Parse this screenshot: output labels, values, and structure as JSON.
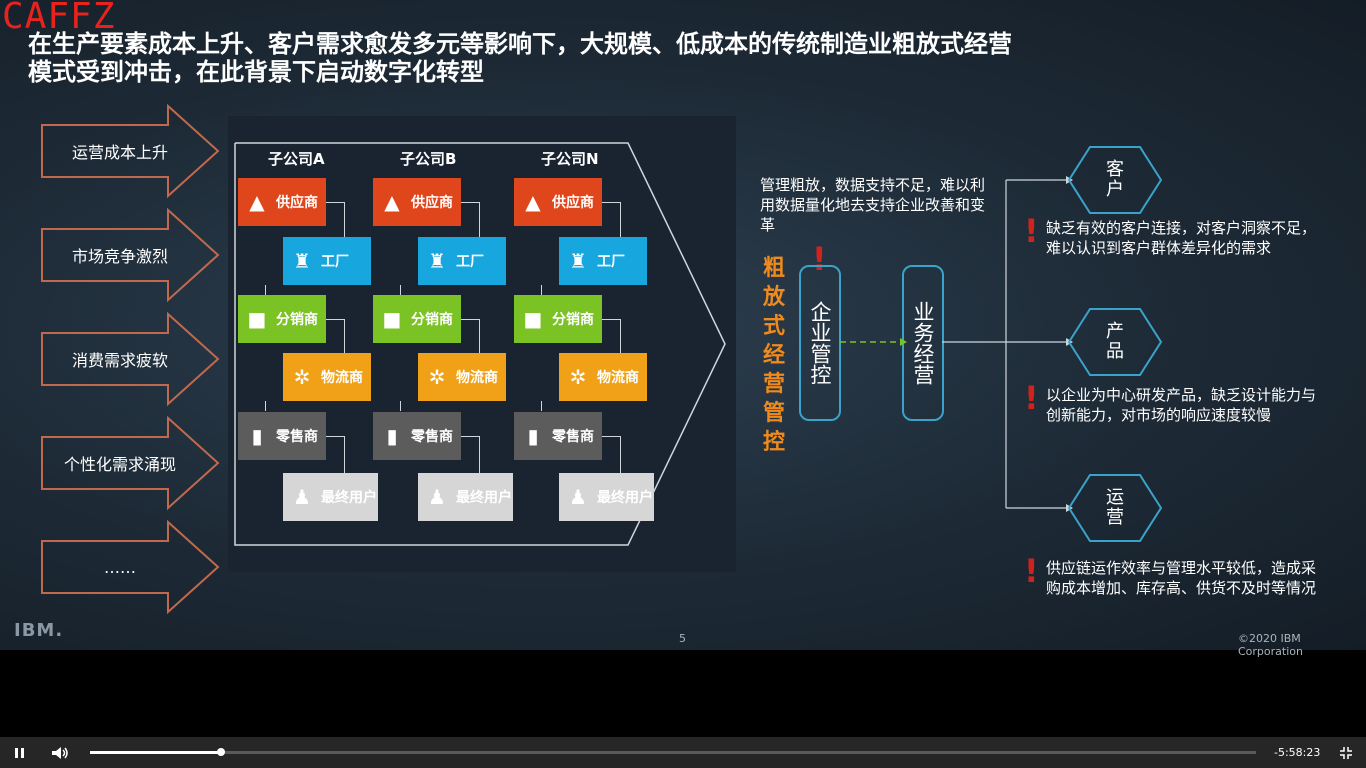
{
  "watermark": "CAFFZ",
  "title_line1": "在生产要素成本上升、客户需求愈发多元等影响下，大规模、低成本的传统制造业粗放式经营",
  "title_line2": "模式受到冲击，在此背景下启动数字化转型",
  "drivers": [
    "运营成本上升",
    "市场竞争激烈",
    "消费需求疲软",
    "个性化需求涌现",
    "……"
  ],
  "companies": {
    "headers": [
      "子公司A",
      "子公司B",
      "子公司N"
    ],
    "chain": [
      {
        "label": "供应商",
        "icon": "supplier-icon"
      },
      {
        "label": "工厂",
        "icon": "factory-icon"
      },
      {
        "label": "分销商",
        "icon": "truck-icon"
      },
      {
        "label": "物流商",
        "icon": "gears-icon"
      },
      {
        "label": "零售商",
        "icon": "store-icon"
      },
      {
        "label": "最终用户",
        "icon": "user-icon"
      }
    ]
  },
  "mid_note": "管理粗放，数据支持不足，难以利用数据量化地去支持企业改善和变革",
  "vertical_orange": "粗放式经营管控",
  "pill_left": "企业管控",
  "pill_right": "业务经营",
  "outcomes": [
    {
      "hex": "客户",
      "desc": "缺乏有效的客户连接，对客户洞察不足，难以认识到客户群体差异化的需求"
    },
    {
      "hex": "产品",
      "desc": "以企业为中心研发产品，缺乏设计能力与创新能力，对市场的响应速度较慢"
    },
    {
      "hex": "运营",
      "desc": "供应链运作效率与管理水平较低，造成采购成本增加、库存高、供货不及时等情况"
    }
  ],
  "footer": {
    "logo": "IBM.",
    "page": "5",
    "copyright": "©2020 IBM Corporation"
  },
  "player": {
    "time_remaining": "-5:58:23",
    "progress_fraction": 0.112,
    "play_state": "pause-icon",
    "volume": "volume-icon",
    "fullscreen": "exit-fullscreen-icon"
  },
  "colors": {
    "supplier": "#e0461c",
    "factory": "#17a6de",
    "distributor": "#7bc225",
    "logistics": "#f0a117",
    "retailer": "#5c5c5c",
    "user": "#d6d6d6",
    "accent_orange": "#ef8a1c",
    "alert_red": "#d0231e",
    "pill_border": "#3aa3c9"
  }
}
